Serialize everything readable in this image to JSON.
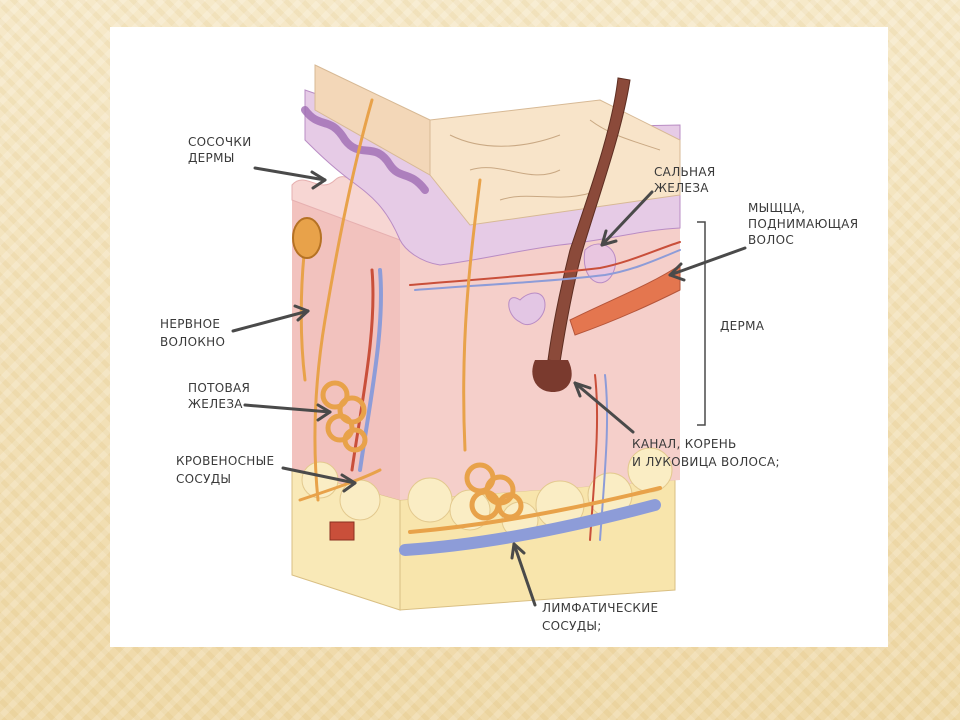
{
  "labels": {
    "papillae": [
      "СОСОЧКИ",
      "ДЕРМЫ"
    ],
    "sebaceous": [
      "САЛЬНАЯ",
      "ЖЕЛЕЗА"
    ],
    "muscle": [
      "МЫЩЦА,",
      "ПОДНИМАЮЩАЯ",
      "ВОЛОС"
    ],
    "dermis": "ДЕРМА",
    "nerve": [
      "НЕРВНОЕ",
      "ВОЛОКНО"
    ],
    "sweat": [
      "ПОТОВАЯ",
      "ЖЕЛЕЗА"
    ],
    "blood": [
      "КРОВЕНОСНЫЕ",
      "СОСУДЫ"
    ],
    "follicle": [
      "КАНАЛ, КОРЕНЬ",
      "И ЛУКОВИЦА ВОЛОСА;"
    ],
    "lymph": [
      "ЛИМФАТИЧЕСКИЕ",
      "СОСУДЫ;"
    ]
  },
  "colors": {
    "epidermis": "#f6dfc4",
    "papillary": "#e3c6e4",
    "dermis": "#f4c7c3",
    "fat": "#f9e9b7",
    "hair": "#8b4a3a",
    "artery": "#c94f3a",
    "vein": "#8d9cd8",
    "nerve": "#e8a24a"
  }
}
